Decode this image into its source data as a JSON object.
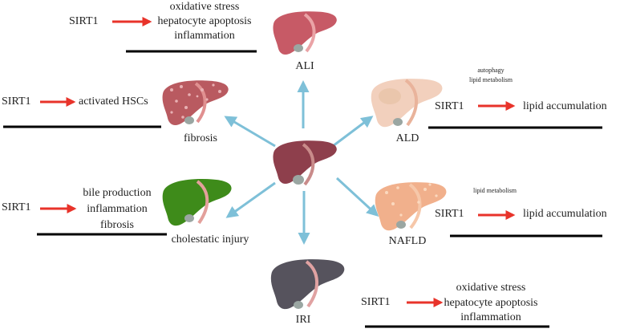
{
  "center_label": "",
  "colors": {
    "center_liver": "#8e3f4c",
    "normal_liver": "#a94a55",
    "ali_liver": "#c75a66",
    "fibrosis_liver": "#b95a60",
    "ald_liver": "#f2d0bd",
    "nafld_liver": "#f1b08c",
    "cholestatic_liver": "#3e8b1a",
    "iri_liver": "#56535d",
    "arrow_radial": "#7ec0d8",
    "arrow_red": "#e8332a",
    "up_arrow": "#c0103d",
    "down_arrow": "#3d6fb3"
  },
  "nodes": {
    "ali": {
      "name": "ALI",
      "sirt1": "SIRT1",
      "effects": [
        "oxidative stress",
        "hepatocyte apoptosis",
        "inflammation"
      ]
    },
    "fibrosis": {
      "name": "fibrosis",
      "sirt1": "SIRT1",
      "effects": [
        "activated HSCs"
      ]
    },
    "ald": {
      "name": "ALD",
      "sirt1": "SIRT1",
      "pathways": [
        "autophagy",
        "lipid metabolism"
      ],
      "effects": [
        "lipid accumulation"
      ]
    },
    "cholestatic": {
      "name": "cholestatic injury",
      "sirt1": "SIRT1",
      "effects": [
        "bile production",
        "inflammation",
        "fibrosis"
      ]
    },
    "nafld": {
      "name": "NAFLD",
      "sirt1": "SIRT1",
      "pathways": [
        "lipid metabolism"
      ],
      "effects": [
        "lipid accumulation"
      ]
    },
    "iri": {
      "name": "IRI",
      "sirt1": "SIRT1",
      "effects": [
        "oxidative stress",
        "hepatocyte apoptosis",
        "inflammation"
      ]
    }
  }
}
